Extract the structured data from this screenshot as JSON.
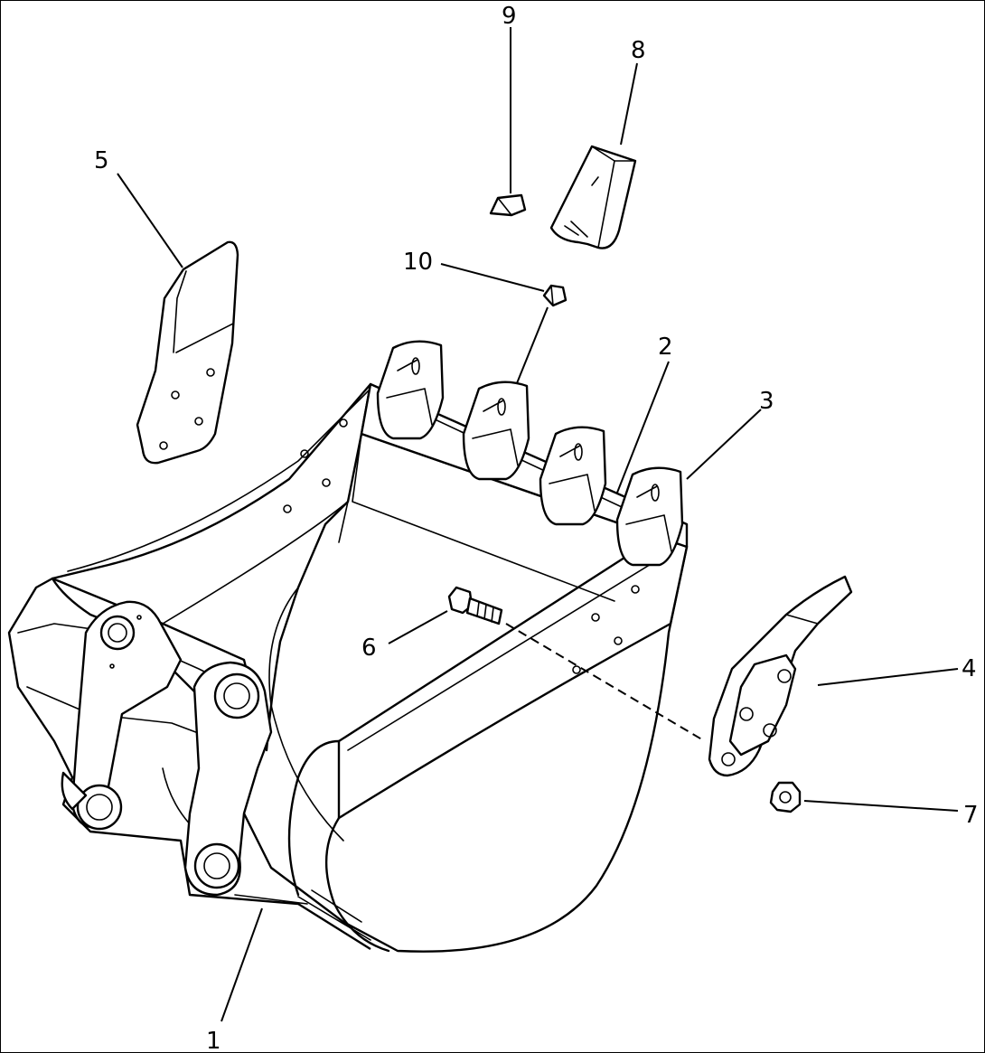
{
  "diagram": {
    "callouts": [
      {
        "id": "1",
        "label": "1"
      },
      {
        "id": "2",
        "label": "2"
      },
      {
        "id": "3",
        "label": "3"
      },
      {
        "id": "4",
        "label": "4"
      },
      {
        "id": "5",
        "label": "5"
      },
      {
        "id": "6",
        "label": "6"
      },
      {
        "id": "7",
        "label": "7"
      },
      {
        "id": "8",
        "label": "8"
      },
      {
        "id": "9",
        "label": "9"
      },
      {
        "id": "10",
        "label": "10"
      }
    ],
    "parts": [
      {
        "callout": "1",
        "icon": "bucket-icon"
      },
      {
        "callout": "2",
        "icon": "cutting-edge-icon"
      },
      {
        "callout": "3",
        "icon": "tooth-adapter-icon"
      },
      {
        "callout": "4",
        "icon": "side-cutter-right-icon"
      },
      {
        "callout": "5",
        "icon": "side-cutter-left-icon"
      },
      {
        "callout": "6",
        "icon": "bolt-icon"
      },
      {
        "callout": "7",
        "icon": "nut-icon"
      },
      {
        "callout": "8",
        "icon": "tooth-point-icon"
      },
      {
        "callout": "9",
        "icon": "pin-icon"
      },
      {
        "callout": "10",
        "icon": "lock-icon"
      }
    ]
  }
}
